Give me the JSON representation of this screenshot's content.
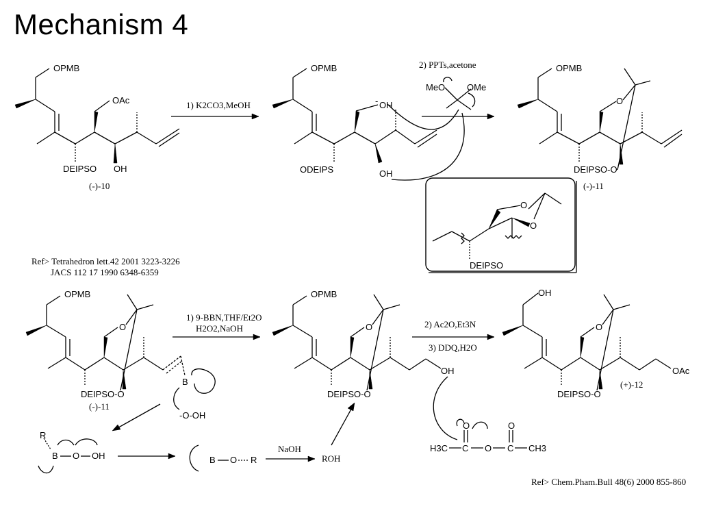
{
  "title": "Mechanism 4",
  "references": {
    "ref1_line1": "Ref> Tetrahedron lett.42 2001 3223-3226",
    "ref1_line2": "JACS 112 17 1990 6348-6359",
    "ref2": "Ref> Chem.Pham.Bull 48(6) 2000 855-860"
  },
  "compound_labels": {
    "c10": "(-)-10",
    "c11_top": "(-)-11",
    "c11_bottom": "(-)-11",
    "c12": "(+)-12"
  },
  "atom_labels": {
    "opmb": "OPMB",
    "oac": "OAc",
    "oh": "OH",
    "deipso": "DEIPSO",
    "odeips": "ODEIPS",
    "deipso_o": "DEIPSO-O",
    "o": "O",
    "meo": "MeO",
    "ome": "OMe",
    "b": "B",
    "r": "R",
    "minus": "-",
    "hooh_anion": "-O-OH",
    "roh": "ROH",
    "h3c": "H3C",
    "ch3": "CH3",
    "c": "C"
  },
  "reagents": {
    "step1": "1) K2CO3,MeOH",
    "step2": "2) PPTs,acetone",
    "hydroboration_a": "1) 9-BBN,THF/Et2O",
    "hydroboration_b": "H2O2,NaOH",
    "acetylation": "2) Ac2O,Et3N",
    "ddq": "3) DDQ,H2O",
    "naoh": "NaOH"
  }
}
